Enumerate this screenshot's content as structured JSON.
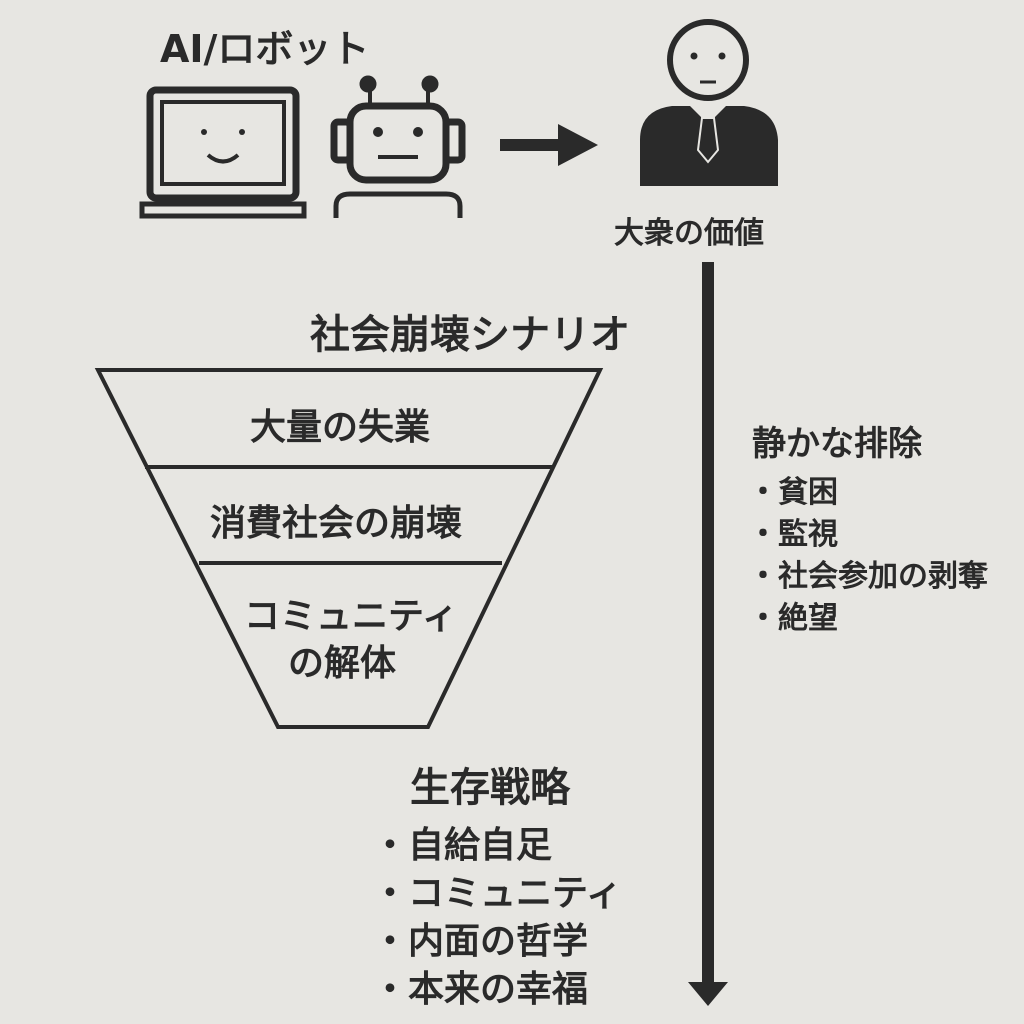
{
  "top": {
    "ai_robot_label": "AI/ロボット",
    "value_label": "大衆の価値"
  },
  "scenario": {
    "title": "社会崩壊シナリオ",
    "levels": [
      "大量の失業",
      "消費社会の崩壊",
      "コミュニティ",
      "の解体"
    ]
  },
  "exclusion": {
    "title": "静かな排除",
    "items": [
      "・貧困",
      "・監視",
      "・社会参加の剥奪",
      "・絶望"
    ]
  },
  "strategy": {
    "title": "生存戦略",
    "items": [
      "・自給自足",
      "・コミュニティ",
      "・内面の哲学",
      "・本来の幸福"
    ]
  },
  "colors": {
    "background": "#e7e6e2",
    "ink": "#2a2a2a"
  }
}
